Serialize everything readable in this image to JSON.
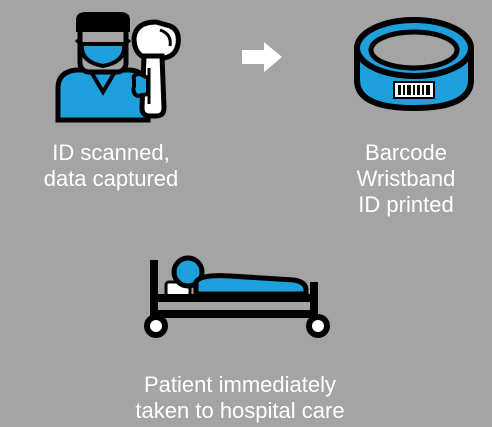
{
  "colors": {
    "background": "#A4A4A4",
    "accent": "#1EA0DC",
    "ink": "#000000",
    "text": "#FFFFFF",
    "arrow": "#FFFFFF"
  },
  "steps": [
    {
      "icon": "scanner-operator-icon",
      "lines": [
        "ID scanned,",
        "data captured"
      ]
    },
    {
      "icon": "wristband-icon",
      "lines": [
        "Barcode",
        "Wristband",
        "ID printed"
      ]
    },
    {
      "icon": "hospital-bed-icon",
      "lines": [
        "Patient immediately",
        "taken to hospital care"
      ]
    }
  ],
  "connector_icon": "arrow-right-icon"
}
